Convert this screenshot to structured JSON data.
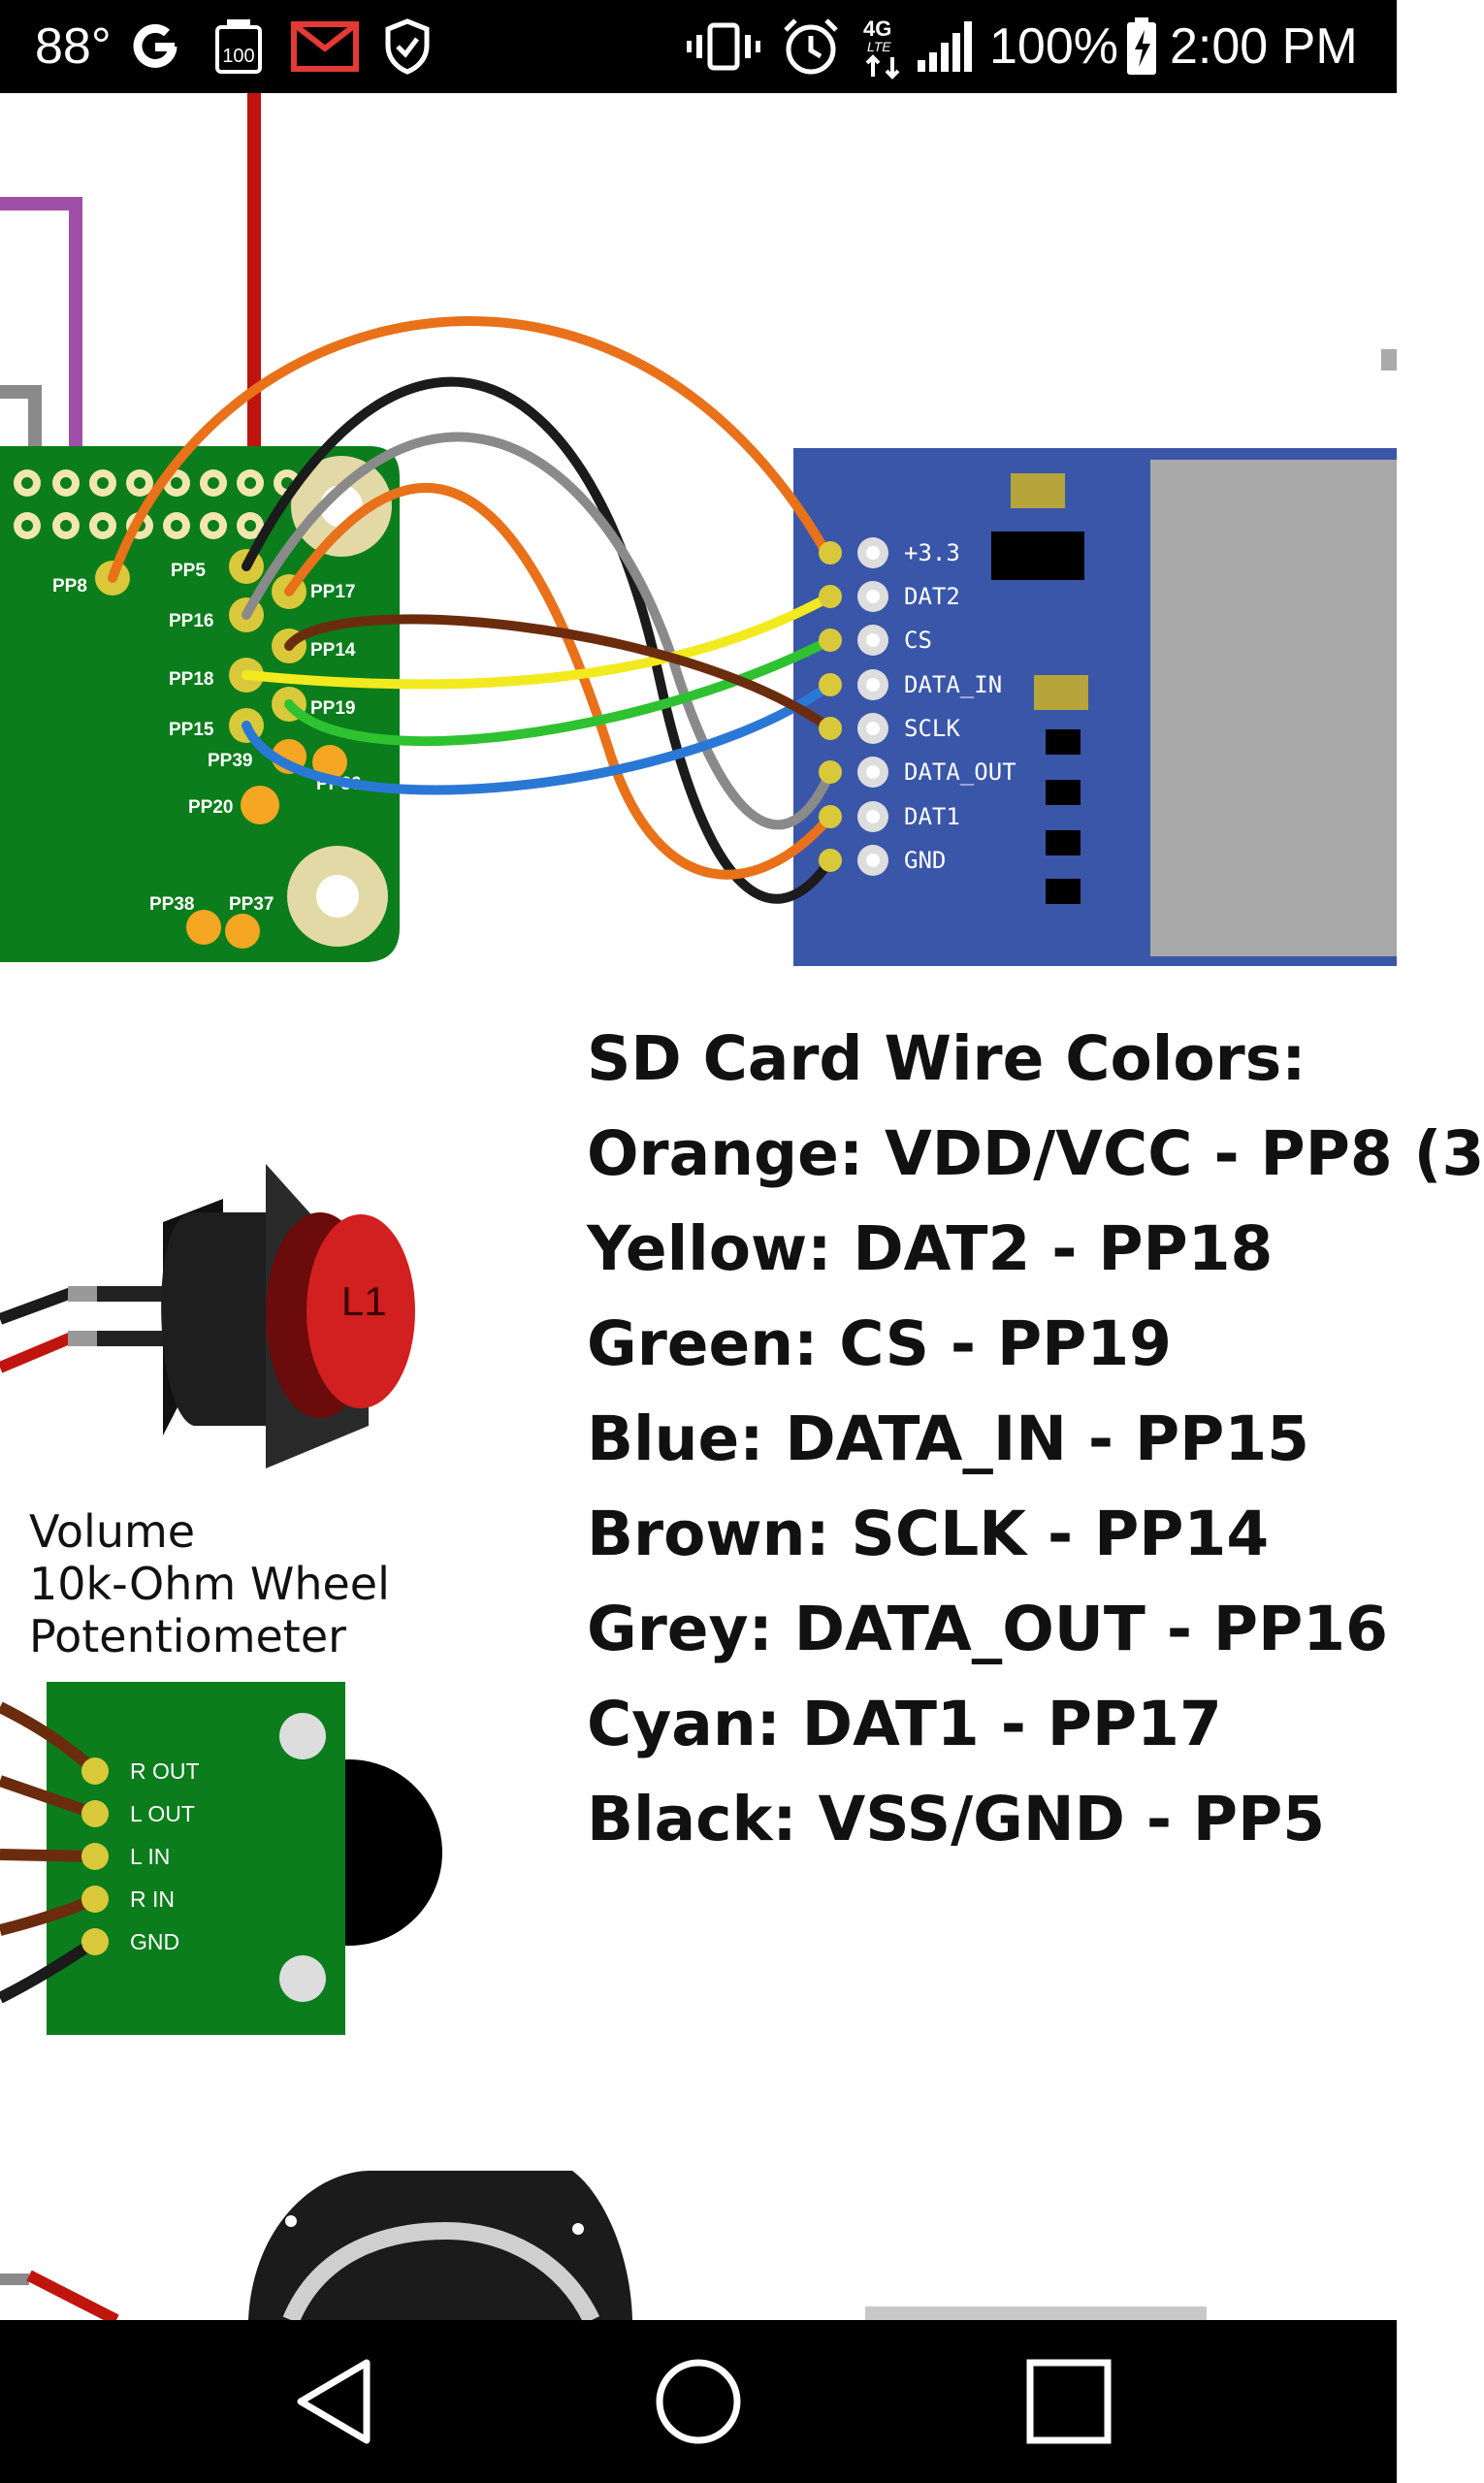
{
  "status_bar": {
    "temperature": "88°",
    "battery_percent": "100%",
    "time": "2:00 PM",
    "network": "4G LTE",
    "notification_count": "100"
  },
  "diagram": {
    "sd_pins": [
      "+3.3",
      "DAT2",
      "CS",
      "DATA_IN",
      "SCLK",
      "DATA_OUT",
      "DAT1",
      "GND"
    ],
    "board_pins": [
      "PP8",
      "PP5",
      "PP16",
      "PP18",
      "PP15",
      "PP17",
      "PP14",
      "PP19",
      "PP39",
      "PP36",
      "PP20",
      "PP38",
      "PP37"
    ],
    "button_label": "L1",
    "module_pins": [
      "R OUT",
      "L OUT",
      "L IN",
      "R IN",
      "GND"
    ],
    "potentiometer_caption": [
      "Volume",
      "10k-Ohm Wheel",
      "Potentiometer"
    ]
  },
  "legend": {
    "title": "SD Card Wire Colors:",
    "lines": [
      "Orange: VDD/VCC - PP8 (3",
      "Yellow: DAT2 - PP18",
      "Green: CS - PP19",
      "Blue: DATA_IN - PP15",
      "Brown: SCLK - PP14",
      "Grey: DATA_OUT - PP16",
      "Cyan: DAT1 - PP17",
      "Black: VSS/GND - PP5"
    ]
  },
  "colors": {
    "board_green": "#0b7d1c",
    "sd_blue": "#3a56a8",
    "orange_wire": "#e8711a",
    "yellow_wire": "#f2ea1e",
    "green_wire": "#2ec230",
    "blue_wire": "#2a78d6",
    "brown_wire": "#6b2c0e",
    "grey_wire": "#8a8a8a",
    "black_wire": "#1b1b1b",
    "red_wire": "#c0140f",
    "purple_wire": "#a04fa8"
  },
  "nav": {
    "back": "back-icon",
    "home": "home-icon",
    "recents": "recents-icon"
  }
}
